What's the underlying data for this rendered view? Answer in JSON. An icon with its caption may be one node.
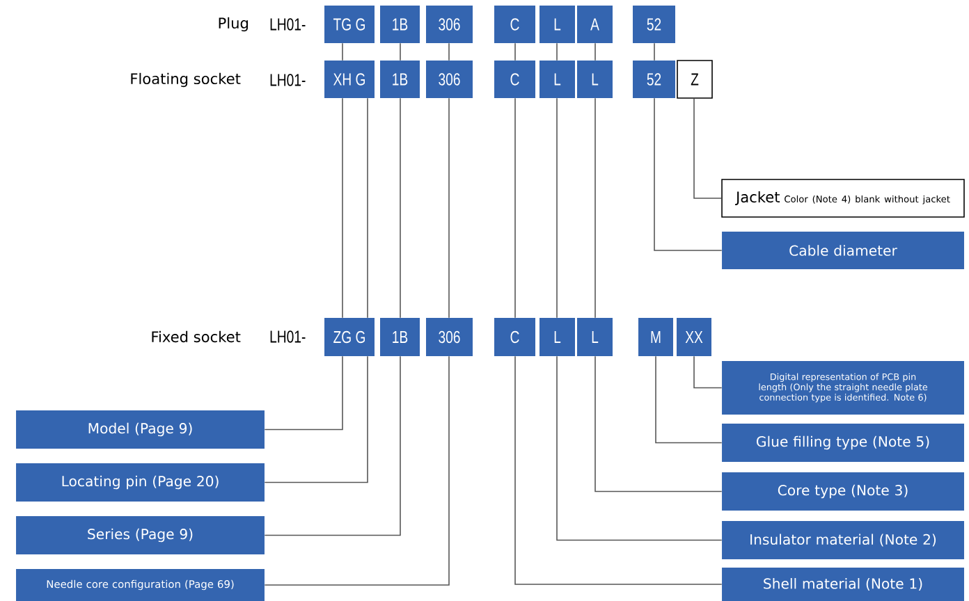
{
  "diagram": {
    "nodes": [
      {
        "text": [
          "TG G"
        ]
      },
      {
        "text": [
          "1B"
        ]
      },
      {
        "text": [
          "306"
        ]
      },
      {
        "text": [
          "C"
        ]
      },
      {
        "text": [
          "L"
        ]
      },
      {
        "text": [
          "A"
        ]
      },
      {
        "text": [
          "52"
        ]
      },
      {
        "text": [
          "XH G"
        ]
      },
      {
        "text": [
          "1B"
        ]
      },
      {
        "text": [
          "306"
        ]
      },
      {
        "text": [
          "C"
        ]
      },
      {
        "text": [
          "L"
        ]
      },
      {
        "text": [
          "L"
        ]
      },
      {
        "text": [
          "52"
        ]
      },
      {
        "text": [
          "Z"
        ]
      },
      {
        "text": [
          "ZG G"
        ]
      },
      {
        "text": [
          "1B"
        ]
      },
      {
        "text": [
          "306"
        ]
      },
      {
        "text": [
          "C"
        ]
      },
      {
        "text": [
          "L"
        ]
      },
      {
        "text": [
          "L"
        ]
      },
      {
        "text": [
          "M"
        ]
      },
      {
        "text": [
          "XX"
        ]
      },
      {
        "text": [
          "Jacket",
          "Color (Note 4) blank without jacket"
        ]
      },
      {
        "text": [
          "Cable diameter"
        ]
      },
      {
        "text": [
          "Model (Page 9)"
        ]
      },
      {
        "text": [
          "Locating pin (Page 20)"
        ]
      },
      {
        "text": [
          "Series (Page 9)"
        ]
      },
      {
        "text": [
          "Needle core configuration (Page 69)"
        ]
      },
      {
        "text": [
          "Digital representation of PCB pin length (Only the straight needle plate connection type is identified. Note 6)"
        ]
      },
      {
        "text": [
          "Glue filling type (Note 5)"
        ]
      },
      {
        "text": [
          "Core type (Note 3)"
        ]
      },
      {
        "text": [
          "Insulator material (Note 2)"
        ]
      },
      {
        "text": [
          "Shell material (Note 1)"
        ]
      }
    ],
    "edges": [
      {
        "from": 0,
        "to": 7,
        "arrow": "none"
      },
      {
        "from": 1,
        "to": 8,
        "arrow": "none"
      },
      {
        "from": 2,
        "to": 9,
        "arrow": "none"
      },
      {
        "from": 3,
        "to": 10,
        "arrow": "none"
      },
      {
        "from": 4,
        "to": 11,
        "arrow": "none"
      },
      {
        "from": 5,
        "to": 12,
        "arrow": "none"
      },
      {
        "from": 6,
        "to": 13,
        "arrow": "none"
      },
      {
        "from": 7,
        "to": 15,
        "arrow": "none"
      },
      {
        "from": 7,
        "to": 15,
        "arrow": "none"
      },
      {
        "from": 8,
        "to": 16,
        "arrow": "none"
      },
      {
        "from": 9,
        "to": 17,
        "arrow": "none"
      },
      {
        "from": 10,
        "to": 18,
        "arrow": "none"
      },
      {
        "from": 11,
        "to": 19,
        "arrow": "none"
      },
      {
        "from": 12,
        "to": 20,
        "arrow": "none"
      },
      {
        "from": 13,
        "to": 24,
        "arrow": "none"
      },
      {
        "from": 14,
        "to": 23,
        "arrow": "none"
      },
      {
        "from": 15,
        "to": 25,
        "arrow": "none"
      },
      {
        "from": 15,
        "to": 26,
        "arrow": "none"
      },
      {
        "from": 16,
        "to": 27,
        "arrow": "none"
      },
      {
        "from": 17,
        "to": 28,
        "arrow": "none"
      },
      {
        "from": 18,
        "to": 33,
        "arrow": "none"
      },
      {
        "from": 19,
        "to": 32,
        "arrow": "none"
      },
      {
        "from": 20,
        "to": 31,
        "arrow": "none"
      },
      {
        "from": 21,
        "to": 30,
        "arrow": "none"
      },
      {
        "from": 22,
        "to": 29,
        "arrow": "none"
      }
    ],
    "labels": [
      "Plug",
      "LH01-",
      "Floating socket",
      "LH01-",
      "Fixed socket",
      "LH01-"
    ]
  }
}
